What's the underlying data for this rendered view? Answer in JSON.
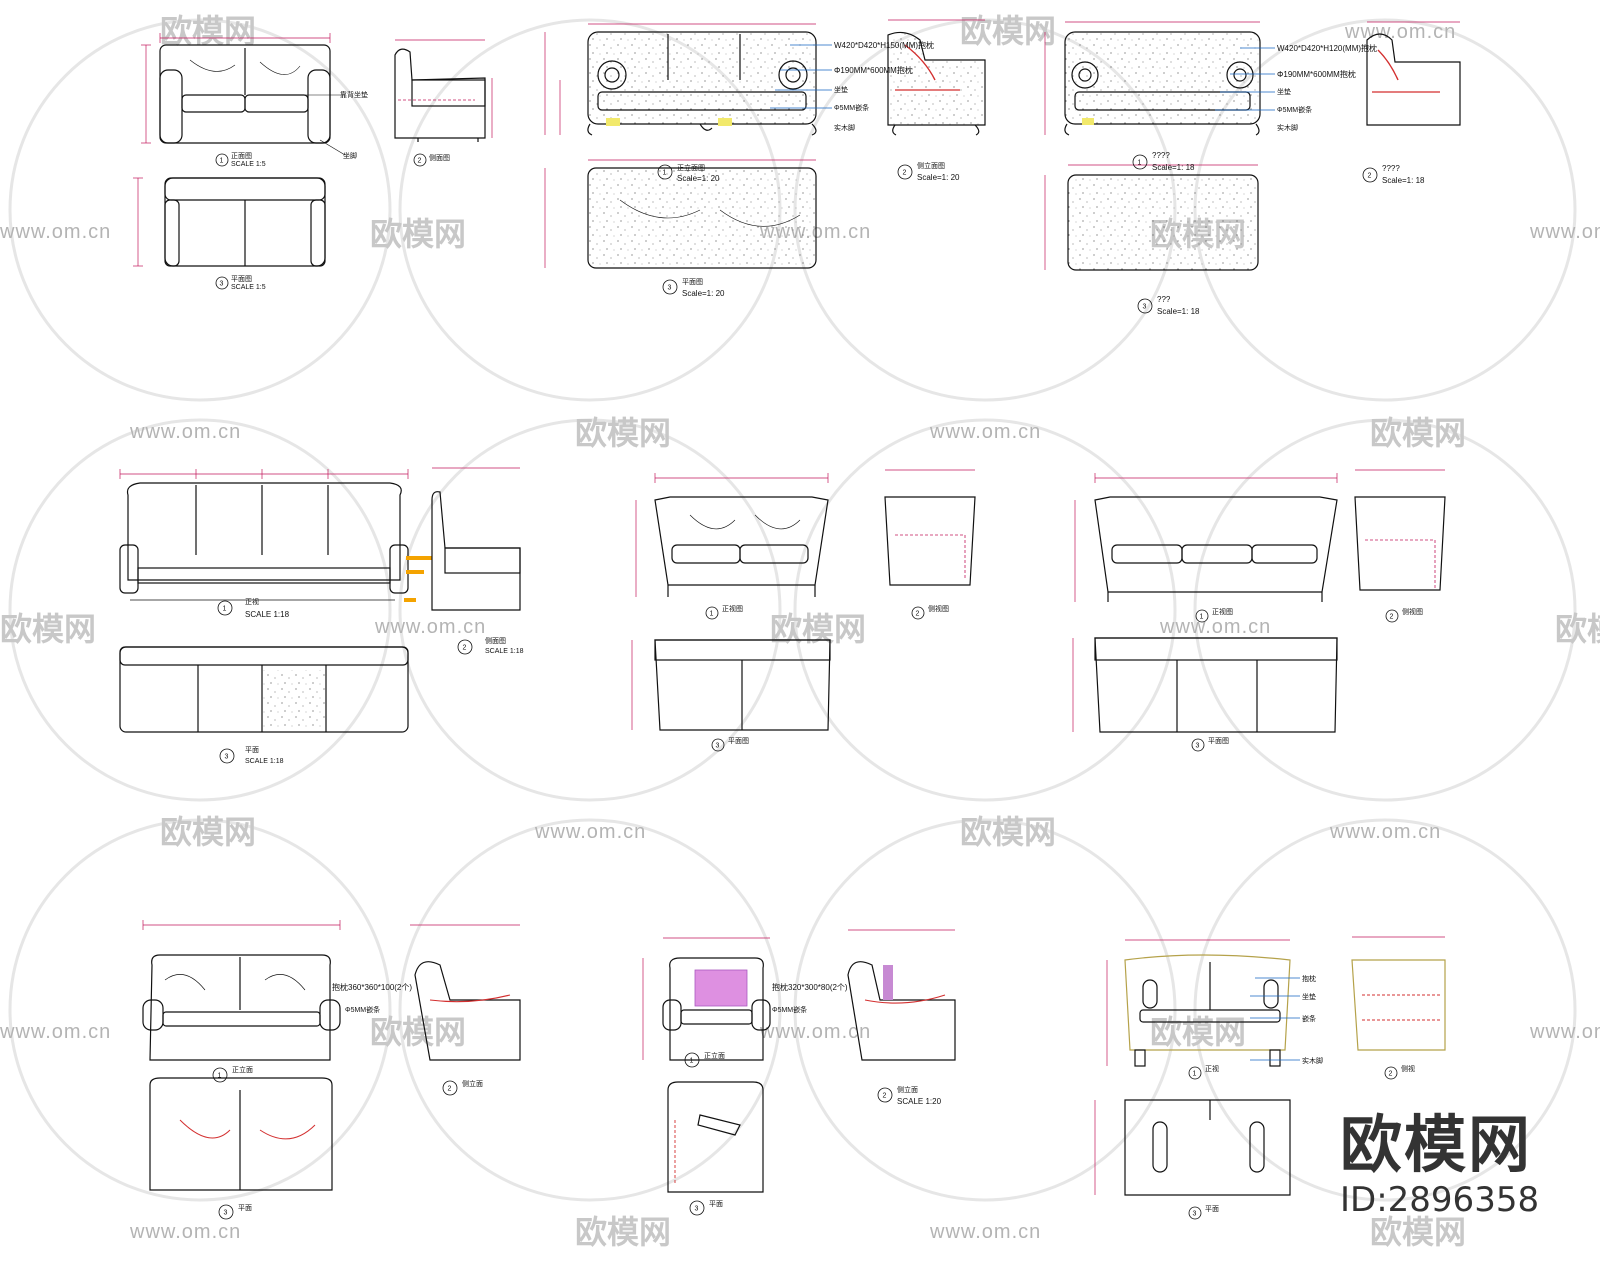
{
  "watermarks": {
    "url": "www.om.cn",
    "brand": "欧模网"
  },
  "brand_mark": {
    "name": "欧模网",
    "id": "ID:2896358"
  },
  "panels": [
    {
      "views": [
        {
          "num": "1",
          "name": "正面图",
          "scale": "SCALE 1:5"
        },
        {
          "num": "2",
          "name": "侧面图",
          "scale": ""
        },
        {
          "num": "3",
          "name": "平面图",
          "scale": "SCALE 1:5"
        }
      ],
      "notes": [
        "靠背坐垫",
        "坐脚"
      ]
    },
    {
      "views": [
        {
          "num": "1",
          "name": "正立面图",
          "scale": "Scale=1: 20"
        },
        {
          "num": "2",
          "name": "侧立面图",
          "scale": "Scale=1: 20"
        },
        {
          "num": "3",
          "name": "平面图",
          "scale": "Scale=1: 20"
        }
      ],
      "notes": [
        "W420*D420*H150(MM)抱枕",
        "Φ190MM*600MM抱枕",
        "坐垫",
        "Φ5MM嵌条",
        "实木脚"
      ]
    },
    {
      "views": [
        {
          "num": "1",
          "name": "????",
          "scale": "Scale=1: 18"
        },
        {
          "num": "2",
          "name": "????",
          "scale": "Scale=1: 18"
        },
        {
          "num": "3",
          "name": "???",
          "scale": "Scale=1: 18"
        }
      ],
      "notes": [
        "W420*D420*H120(MM)抱枕",
        "Φ190MM*600MM抱枕",
        "坐垫",
        "Φ5MM嵌条",
        "实木脚"
      ]
    },
    {
      "views": [
        {
          "num": "1",
          "name": "正视",
          "scale": "SCALE 1:18"
        },
        {
          "num": "2",
          "name": "侧面图",
          "scale": "SCALE 1:18"
        },
        {
          "num": "3",
          "name": "平面",
          "scale": "SCALE 1:18"
        }
      ],
      "notes": []
    },
    {
      "views": [
        {
          "num": "1",
          "name": "正视图",
          "scale": ""
        },
        {
          "num": "2",
          "name": "侧视图",
          "scale": ""
        },
        {
          "num": "3",
          "name": "平面图",
          "scale": ""
        }
      ],
      "notes": []
    },
    {
      "views": [
        {
          "num": "1",
          "name": "正视图",
          "scale": ""
        },
        {
          "num": "2",
          "name": "侧视图",
          "scale": ""
        },
        {
          "num": "3",
          "name": "平面图",
          "scale": ""
        }
      ],
      "notes": []
    },
    {
      "views": [
        {
          "num": "1",
          "name": "正立面",
          "scale": ""
        },
        {
          "num": "2",
          "name": "侧立面",
          "scale": ""
        },
        {
          "num": "3",
          "name": "平面",
          "scale": ""
        }
      ],
      "notes": [
        "抱枕360*360*100(2个)",
        "Φ5MM嵌条"
      ]
    },
    {
      "views": [
        {
          "num": "1",
          "name": "正立面",
          "scale": ""
        },
        {
          "num": "2",
          "name": "侧立面",
          "scale": "SCALE 1:20"
        },
        {
          "num": "3",
          "name": "平面",
          "scale": ""
        }
      ],
      "notes": [
        "抱枕320*300*80(2个)",
        "Φ5MM嵌条"
      ]
    },
    {
      "views": [
        {
          "num": "1",
          "name": "正视",
          "scale": ""
        },
        {
          "num": "2",
          "name": "侧视",
          "scale": ""
        },
        {
          "num": "3",
          "name": "平面",
          "scale": ""
        }
      ],
      "notes": [
        "抱枕",
        "坐垫",
        "嵌条",
        "实木脚"
      ]
    }
  ]
}
